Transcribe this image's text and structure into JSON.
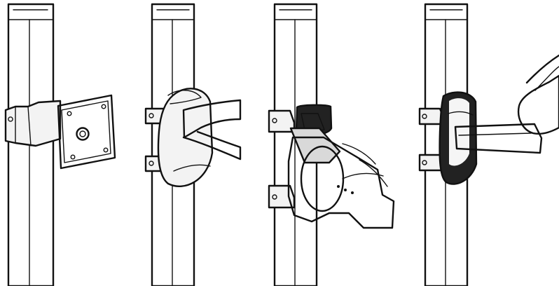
{
  "figure": {
    "background": "#ffffff",
    "line_color": "#111111",
    "panels": [
      {
        "id": "panel-1",
        "mount": "vesa-plate"
      },
      {
        "id": "panel-2",
        "mount": "curved-arm"
      },
      {
        "id": "panel-3",
        "mount": "telescopic-arm"
      },
      {
        "id": "panel-4",
        "mount": "articulating-arm"
      }
    ]
  }
}
